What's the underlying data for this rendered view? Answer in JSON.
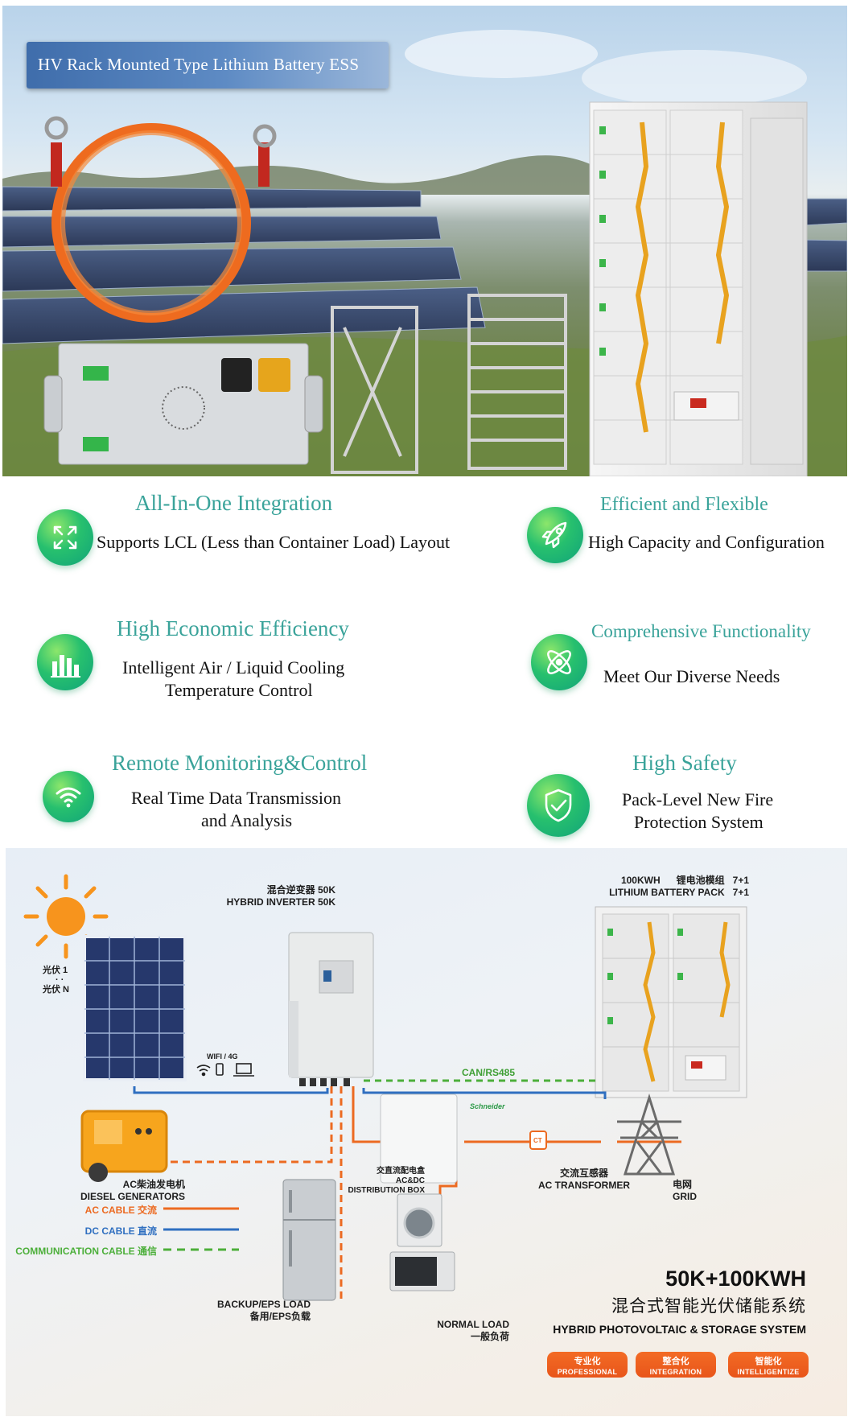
{
  "hero": {
    "title": "HV Rack Mounted Type Lithium Battery ESS"
  },
  "features": [
    {
      "title": "All-In-One Integration",
      "lines": [
        "Supports LCL (Less than Container Load) Layout"
      ],
      "icon": "expand-arrows-icon"
    },
    {
      "title": "Efficient and Flexible",
      "lines": [
        "High Capacity and Configuration"
      ],
      "icon": "rocket-icon"
    },
    {
      "title": "High Economic Efficiency",
      "lines": [
        "Intelligent Air / Liquid Cooling",
        "Temperature Control"
      ],
      "icon": "bar-chart-icon"
    },
    {
      "title": "Comprehensive Functionality",
      "lines": [
        "Meet Our Diverse Needs"
      ],
      "icon": "atom-icon"
    },
    {
      "title": "Remote Monitoring&Control",
      "lines": [
        "Real Time Data Transmission",
        "and Analysis"
      ],
      "icon": "wifi-icon"
    },
    {
      "title": "High Safety",
      "lines": [
        "Pack-Level New Fire",
        "Protection System"
      ],
      "icon": "shield-check-icon"
    }
  ],
  "diagram": {
    "inverter": {
      "zh": "混合逆变器 50K",
      "en": "HYBRID INVERTER 50K"
    },
    "battery": {
      "line1": "100KWH      锂电池模组   7+1",
      "line2": "LITHIUM BATTERY PACK   7+1"
    },
    "pv": {
      "first": "光伏 1",
      "dots": "·\n·",
      "last": "光伏 N"
    },
    "wifi": "WIFI / 4G",
    "can": "CAN/RS485",
    "diesel": {
      "zh": "AC柴油发电机",
      "en": "DIESEL GENERATORS"
    },
    "distribution": {
      "zh": "交直流配电盒",
      "mid": "AC&DC",
      "en": "DISTRIBUTION BOX"
    },
    "schneider": "Schneider",
    "ct": "CT",
    "transformer": {
      "zh": "交流互感器",
      "en": "AC TRANSFORMER"
    },
    "grid": {
      "zh": "电网",
      "en": "GRID"
    },
    "backup": {
      "en": "BACKUP/EPS LOAD",
      "zh": "备用/EPS负载"
    },
    "normal": {
      "en": "NORMAL LOAD",
      "zh": "一般负荷"
    },
    "legend": [
      {
        "label": "AC CABLE 交流",
        "color": "#ec6a21",
        "style": "solid"
      },
      {
        "label": "DC CABLE 直流",
        "color": "#2f6fc0",
        "style": "solid"
      },
      {
        "label": "COMMUNICATION CABLE 通信",
        "color": "#4caf3a",
        "style": "dashed"
      }
    ],
    "system": {
      "title": "50K+100KWH",
      "zh": "混合式智能光伏储能系统",
      "en": "HYBRID PHOTOVOLTAIC & STORAGE SYSTEM"
    },
    "badges": [
      {
        "zh": "专业化",
        "en": "PROFESSIONAL"
      },
      {
        "zh": "整合化",
        "en": "INTEGRATION"
      },
      {
        "zh": "智能化",
        "en": "INTELLIGENTIZE"
      }
    ]
  }
}
